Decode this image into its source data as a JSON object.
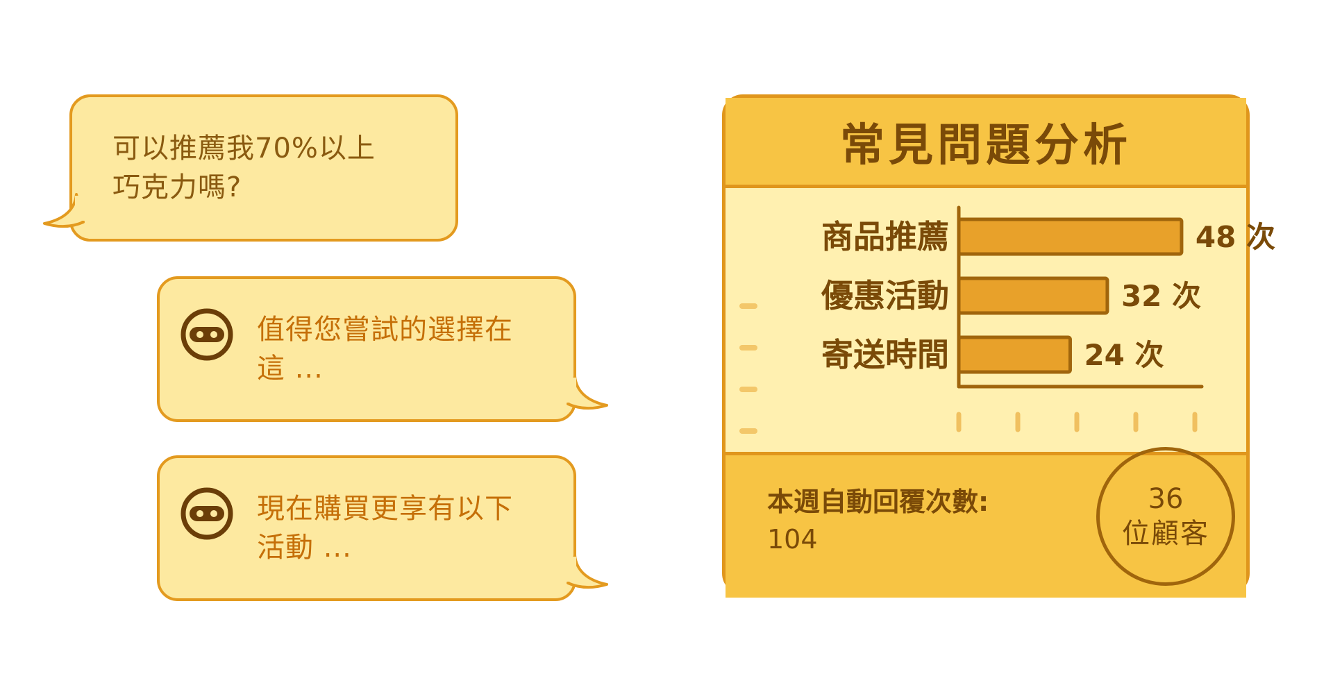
{
  "chat": {
    "user_message_line1": "可以推薦我70%以上",
    "user_message_line2": "巧克力嗎?",
    "bot_reply_1_line1": "值得您嘗試的選擇在",
    "bot_reply_1_line2": "這 ...",
    "bot_reply_2_line1": "現在購買更享有以下",
    "bot_reply_2_line2": "活動 ..."
  },
  "panel": {
    "title": "常見問題分析",
    "weekly_replies_label": "本週自動回覆次數:",
    "weekly_replies_value": "104",
    "customer_count": "36",
    "customer_unit": "位顧客"
  },
  "chart_data": {
    "type": "bar",
    "orientation": "horizontal",
    "categories": [
      "商品推薦",
      "優惠活動",
      "寄送時間"
    ],
    "values": [
      48,
      32,
      24
    ],
    "value_labels": [
      "48 次",
      "32 次",
      "24 次"
    ],
    "xlim": [
      0,
      70
    ]
  },
  "colors": {
    "accent": "#e39a1f",
    "bubble_fill": "#fde9a0",
    "bar_fill": "#e8a12a",
    "bar_stroke": "#a0650c",
    "text_dark": "#7a4a08"
  },
  "icons": {
    "bot_avatar": "robot-face-icon"
  }
}
